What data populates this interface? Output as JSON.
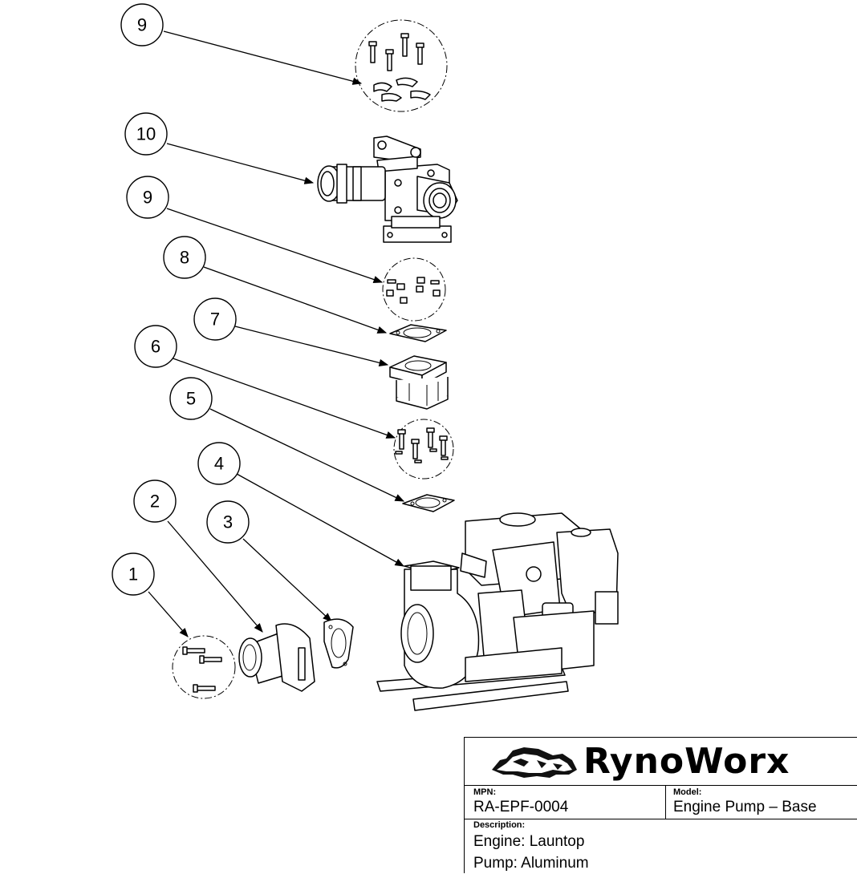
{
  "callouts": [
    {
      "id": "c9a",
      "label": "9"
    },
    {
      "id": "c10",
      "label": "10"
    },
    {
      "id": "c9b",
      "label": "9"
    },
    {
      "id": "c8",
      "label": "8"
    },
    {
      "id": "c7",
      "label": "7"
    },
    {
      "id": "c6",
      "label": "6"
    },
    {
      "id": "c5",
      "label": "5"
    },
    {
      "id": "c4",
      "label": "4"
    },
    {
      "id": "c2",
      "label": "2"
    },
    {
      "id": "c3",
      "label": "3"
    },
    {
      "id": "c1",
      "label": "1"
    }
  ],
  "title_block": {
    "brand": "RynoWorx",
    "mpn_label": "MPN:",
    "mpn_value": "RA-EPF-0004",
    "model_label": "Model:",
    "model_value": "Engine Pump – Base",
    "description_label": "Description:",
    "description_lines": [
      "Engine: Launtop",
      "Pump: Aluminum"
    ]
  }
}
